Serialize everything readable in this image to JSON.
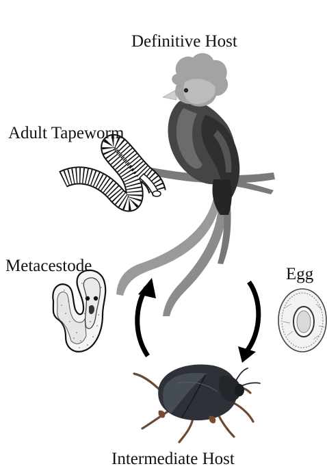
{
  "labels": {
    "definitive_host": "Definitive Host",
    "adult_tapeworm": "Adult Tapeworm",
    "metacestode": "Metacestode",
    "egg": "Egg",
    "intermediate_host": "Intermediate Host"
  },
  "colors": {
    "bird_dark": "#3d3d3d",
    "bird_mid": "#6f6f6f",
    "bird_light": "#a8a8a8",
    "branch": "#7a7a7a",
    "arrow": "#000000",
    "beetle_body": "#2e3238",
    "beetle_legs": "#8a5a3c"
  },
  "icons": {
    "definitive_host": "quetzal-bird-icon",
    "adult_tapeworm": "tapeworm-icon",
    "metacestode": "metacestode-icon",
    "egg": "egg-icon",
    "intermediate_host": "beetle-icon",
    "cycle_arrows": "cycle-arrow-icon"
  }
}
